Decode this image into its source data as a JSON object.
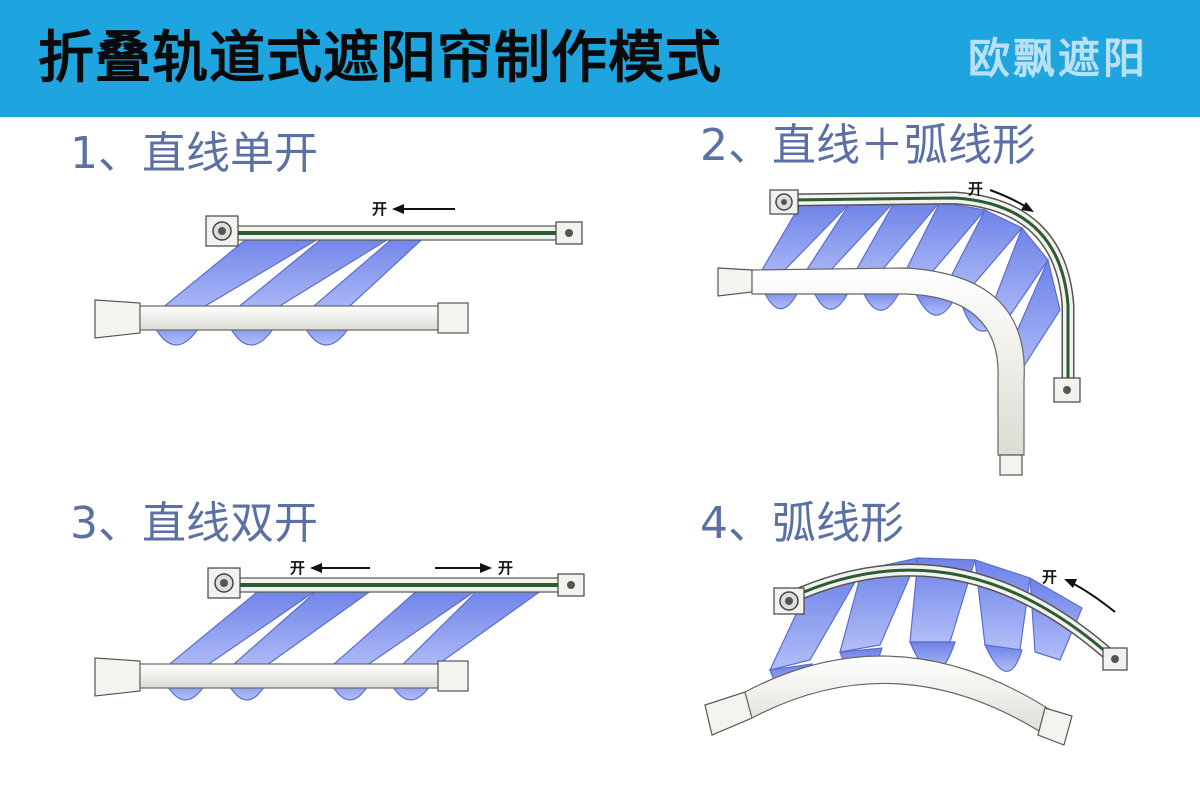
{
  "header": {
    "title": "折叠轨道式遮阳帘制作模式",
    "brand": "欧飘遮阳"
  },
  "colors": {
    "header_bg": "#1ea5df",
    "label_text": "#5b70a4",
    "fabric": "#7a8ff0",
    "rail": "#2e5a34"
  },
  "panels": [
    {
      "label": "1、直线单开",
      "open_marks": [
        "开"
      ]
    },
    {
      "label": "2、直线＋弧线形",
      "open_marks": [
        "开"
      ]
    },
    {
      "label": "3、直线双开",
      "open_marks": [
        "开",
        "开"
      ]
    },
    {
      "label": "4、弧线形",
      "open_marks": [
        "开"
      ]
    }
  ]
}
